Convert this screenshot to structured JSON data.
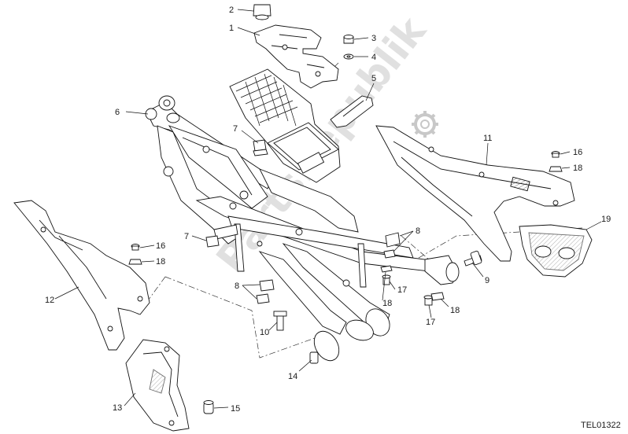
{
  "diagram": {
    "drawing_code": "TEL01322",
    "watermark": "PartsRepublik",
    "callouts": [
      {
        "id": "c2a",
        "label": "2"
      },
      {
        "id": "c1",
        "label": "1"
      },
      {
        "id": "c3",
        "label": "3"
      },
      {
        "id": "c4",
        "label": "4"
      },
      {
        "id": "c5",
        "label": "5"
      },
      {
        "id": "c6",
        "label": "6"
      },
      {
        "id": "c7a",
        "label": "7"
      },
      {
        "id": "c11",
        "label": "11"
      },
      {
        "id": "c16a",
        "label": "16"
      },
      {
        "id": "c18a",
        "label": "18"
      },
      {
        "id": "c19",
        "label": "19"
      },
      {
        "id": "c7b",
        "label": "7"
      },
      {
        "id": "c8a",
        "label": "8"
      },
      {
        "id": "c16b",
        "label": "16"
      },
      {
        "id": "c18b",
        "label": "18"
      },
      {
        "id": "c9",
        "label": "9"
      },
      {
        "id": "c12",
        "label": "12"
      },
      {
        "id": "c8b",
        "label": "8"
      },
      {
        "id": "c17a",
        "label": "17"
      },
      {
        "id": "c18c",
        "label": "18"
      },
      {
        "id": "c18d",
        "label": "18"
      },
      {
        "id": "c17b",
        "label": "17"
      },
      {
        "id": "c10",
        "label": "10"
      },
      {
        "id": "c14",
        "label": "14"
      },
      {
        "id": "c13",
        "label": "13"
      },
      {
        "id": "c15",
        "label": "15"
      }
    ]
  }
}
